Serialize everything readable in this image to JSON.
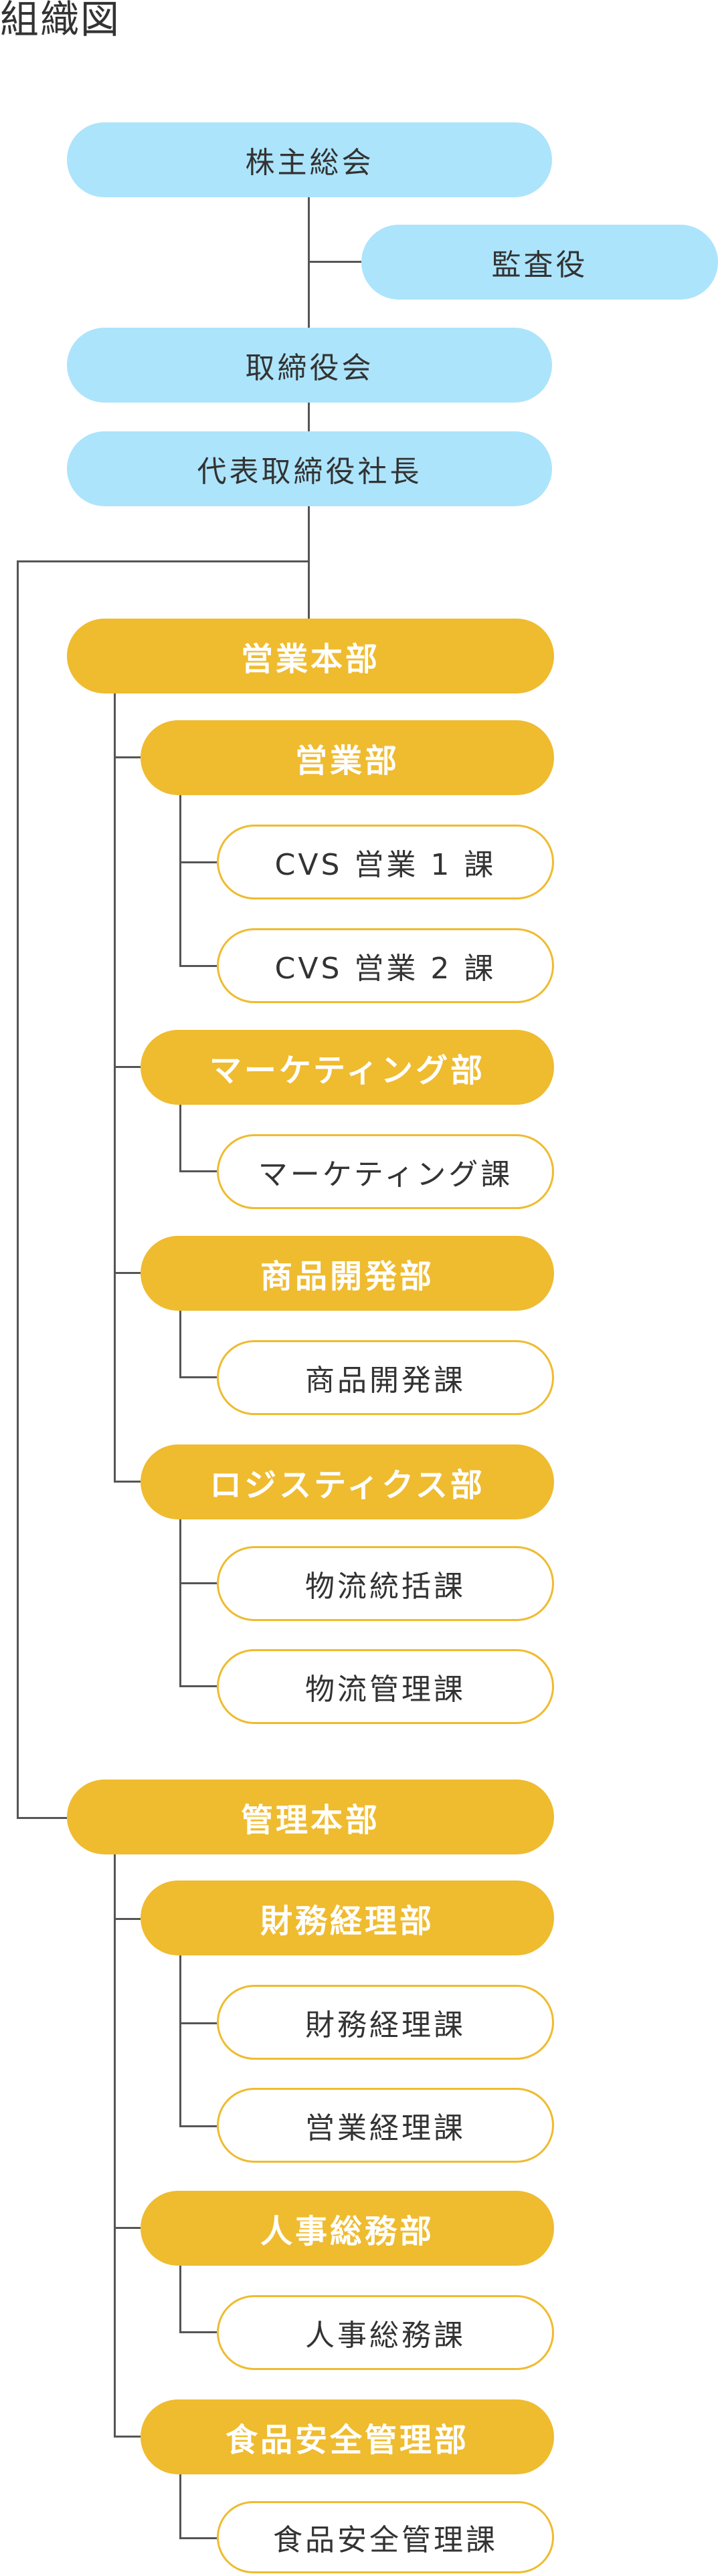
{
  "title": "組織図",
  "colors": {
    "executive": "#ace4fb",
    "department": "#efbb2f",
    "section_border": "#efbb2f",
    "connector": "#555555"
  },
  "executive": {
    "shareholders": "株主総会",
    "auditor": "監査役",
    "board": "取締役会",
    "ceo": "代表取締役社長"
  },
  "divisions": [
    {
      "name": "営業本部",
      "departments": [
        {
          "name": "営業部",
          "sections": [
            "CVS 営業 1 課",
            "CVS 営業 2 課"
          ]
        },
        {
          "name": "マーケティング部",
          "sections": [
            "マーケティング課"
          ]
        },
        {
          "name": "商品開発部",
          "sections": [
            "商品開発課"
          ]
        },
        {
          "name": "ロジスティクス部",
          "sections": [
            "物流統括課",
            "物流管理課"
          ]
        }
      ]
    },
    {
      "name": "管理本部",
      "departments": [
        {
          "name": "財務経理部",
          "sections": [
            "財務経理課",
            "営業経理課"
          ]
        },
        {
          "name": "人事総務部",
          "sections": [
            "人事総務課"
          ]
        },
        {
          "name": "食品安全管理部",
          "sections": [
            "食品安全管理課"
          ]
        }
      ]
    }
  ]
}
